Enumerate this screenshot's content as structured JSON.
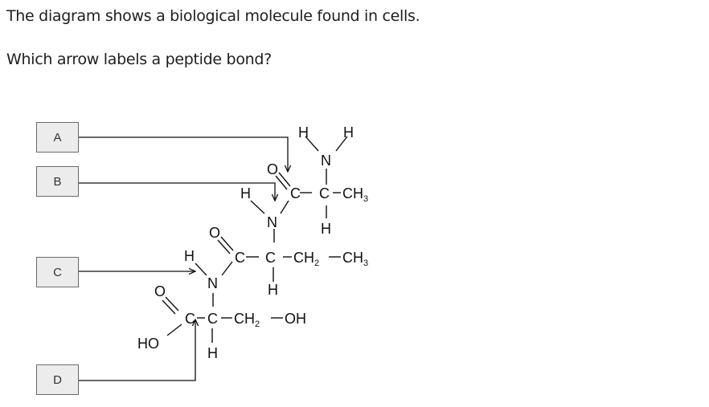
{
  "question": {
    "stem": "The diagram shows a biological molecule found in cells.",
    "prompt": "Which arrow labels a peptide bond?"
  },
  "options": [
    {
      "label": "A"
    },
    {
      "label": "B"
    },
    {
      "label": "C"
    },
    {
      "label": "D"
    }
  ],
  "molecule": {
    "top": {
      "h_left": "H",
      "h_right": "H",
      "n": "N",
      "o": "O",
      "c1": "C",
      "c2": "C",
      "ch3": "CH",
      "ch3_sub": "3",
      "h_below": "H"
    },
    "mid1": {
      "h": "H",
      "n": "N",
      "o": "O",
      "c1": "C",
      "c2": "C",
      "ch2": "CH",
      "ch2_sub": "2",
      "ch3": "CH",
      "ch3_sub": "3",
      "h_below": "H"
    },
    "mid2": {
      "h": "H",
      "n": "N",
      "o": "O",
      "c1": "C",
      "c2": "C",
      "ch2": "CH",
      "ch2_sub": "2",
      "oh": "OH",
      "h_below": "H",
      "ho": "HO"
    }
  },
  "colors": {
    "line": "#111111",
    "box_bg": "#ececec",
    "box_border": "#6b6b6b"
  }
}
